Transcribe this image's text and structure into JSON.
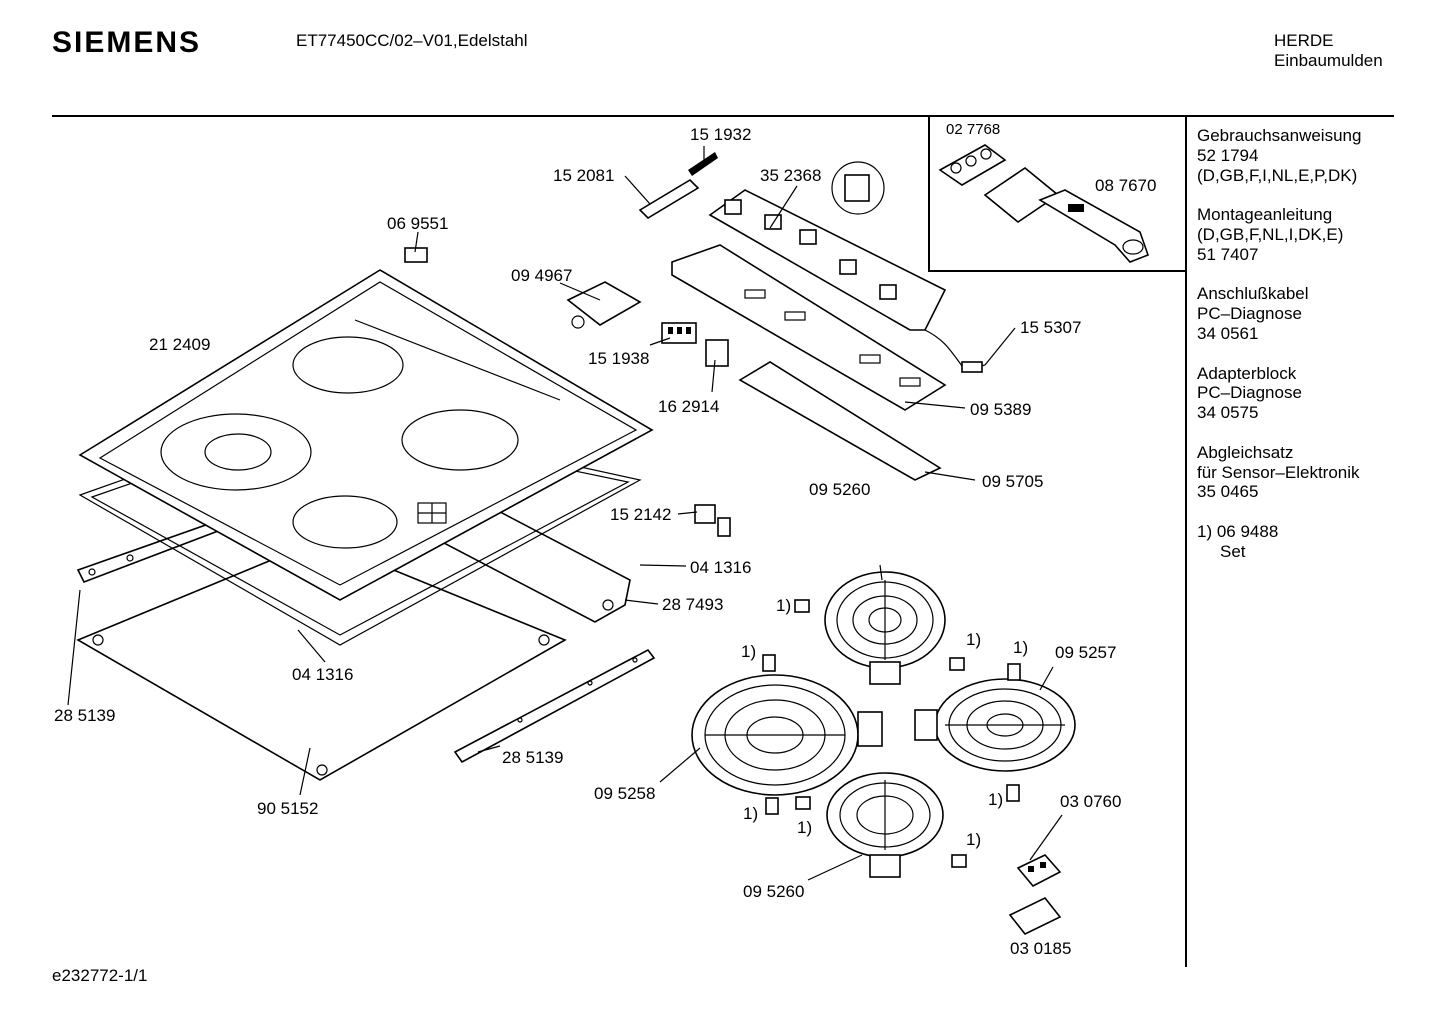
{
  "header": {
    "brand": "SIEMENS",
    "model": "ET77450CC/02–V01,Edelstahl",
    "category_line1": "HERDE",
    "category_line2": "Einbaumulden"
  },
  "footer": {
    "drawing_id": "e232772-1/1"
  },
  "documents": [
    {
      "title": "Gebrauchsanweisung",
      "lines": [
        "52 1794",
        "(D,GB,F,I,NL,E,P,DK)"
      ]
    },
    {
      "title": "Montageanleitung",
      "lines": [
        "(D,GB,F,NL,I,DK,E)",
        "51 7407"
      ]
    },
    {
      "title": "Anschlußkabel",
      "lines": [
        "PC–Diagnose",
        "34 0561"
      ]
    },
    {
      "title": "Adapterblock",
      "lines": [
        "PC–Diagnose",
        "34 0575"
      ]
    },
    {
      "title": "Abgleichsatz",
      "lines": [
        "für Sensor–Elektronik",
        "35 0465"
      ]
    }
  ],
  "set_note": {
    "line1": "1)  06 9488",
    "line2": "Set"
  },
  "footnote_marker": "1)",
  "part_labels": {
    "p151932": "15 1932",
    "p152081": "15 2081",
    "p352368": "35 2368",
    "p027768": "02 7768",
    "p087670": "08 7670",
    "p069551": "06 9551",
    "p094967": "09 4967",
    "p212409": "21 2409",
    "p151938": "15 1938",
    "p162914": "16 2914",
    "p155307": "15 5307",
    "p095389": "09 5389",
    "p095705": "09 5705",
    "p095260a": "09 5260",
    "p152142": "15 2142",
    "p041316a": "04 1316",
    "p287493": "28 7493",
    "p041316b": "04 1316",
    "p285139a": "28 5139",
    "p285139b": "28 5139",
    "p905152": "90 5152",
    "p095258": "09 5258",
    "p095257": "09 5257",
    "p095260b": "09 5260",
    "p030760": "03 0760",
    "p030185": "03 0185"
  }
}
